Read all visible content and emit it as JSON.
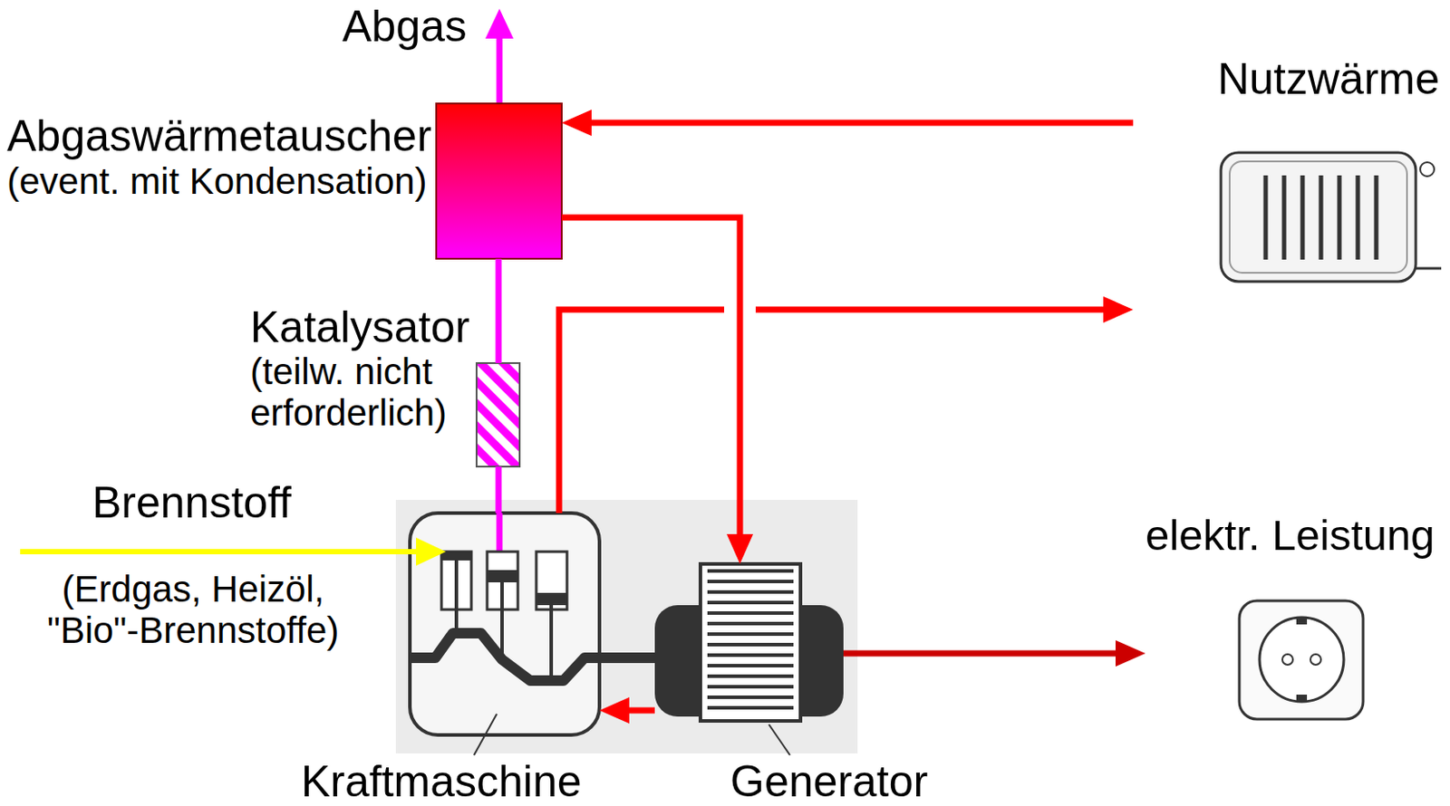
{
  "diagram": {
    "nodes": [
      {
        "text": [
          "Abgaswärmetauscher",
          "(event. mit Kondensation)"
        ]
      },
      {
        "text": [
          "Katalysator",
          "(teilw. nicht erforderlich)"
        ]
      },
      {
        "text": [
          "Kraftmaschine"
        ]
      },
      {
        "text": [
          "Generator"
        ]
      },
      {
        "text": [
          "Nutzwärme"
        ]
      },
      {
        "text": [
          "elektr. Leistung"
        ]
      }
    ],
    "edges": [
      {
        "from": 2,
        "to": 1,
        "arrow": "none"
      },
      {
        "from": 1,
        "to": 0,
        "arrow": "none"
      },
      {
        "from": 4,
        "to": 0,
        "arrow": "to"
      },
      {
        "from": 2,
        "to": 4,
        "arrow": "to"
      },
      {
        "from": 0,
        "to": 3,
        "arrow": "to"
      },
      {
        "from": 3,
        "to": 2,
        "arrow": "to"
      },
      {
        "from": 3,
        "to": 5,
        "arrow": "to"
      }
    ],
    "labels": [
      "Abgas",
      "Brennstoff",
      "(Erdgas, Heizöl, \"Bio\"-Brennstoffe)"
    ]
  }
}
